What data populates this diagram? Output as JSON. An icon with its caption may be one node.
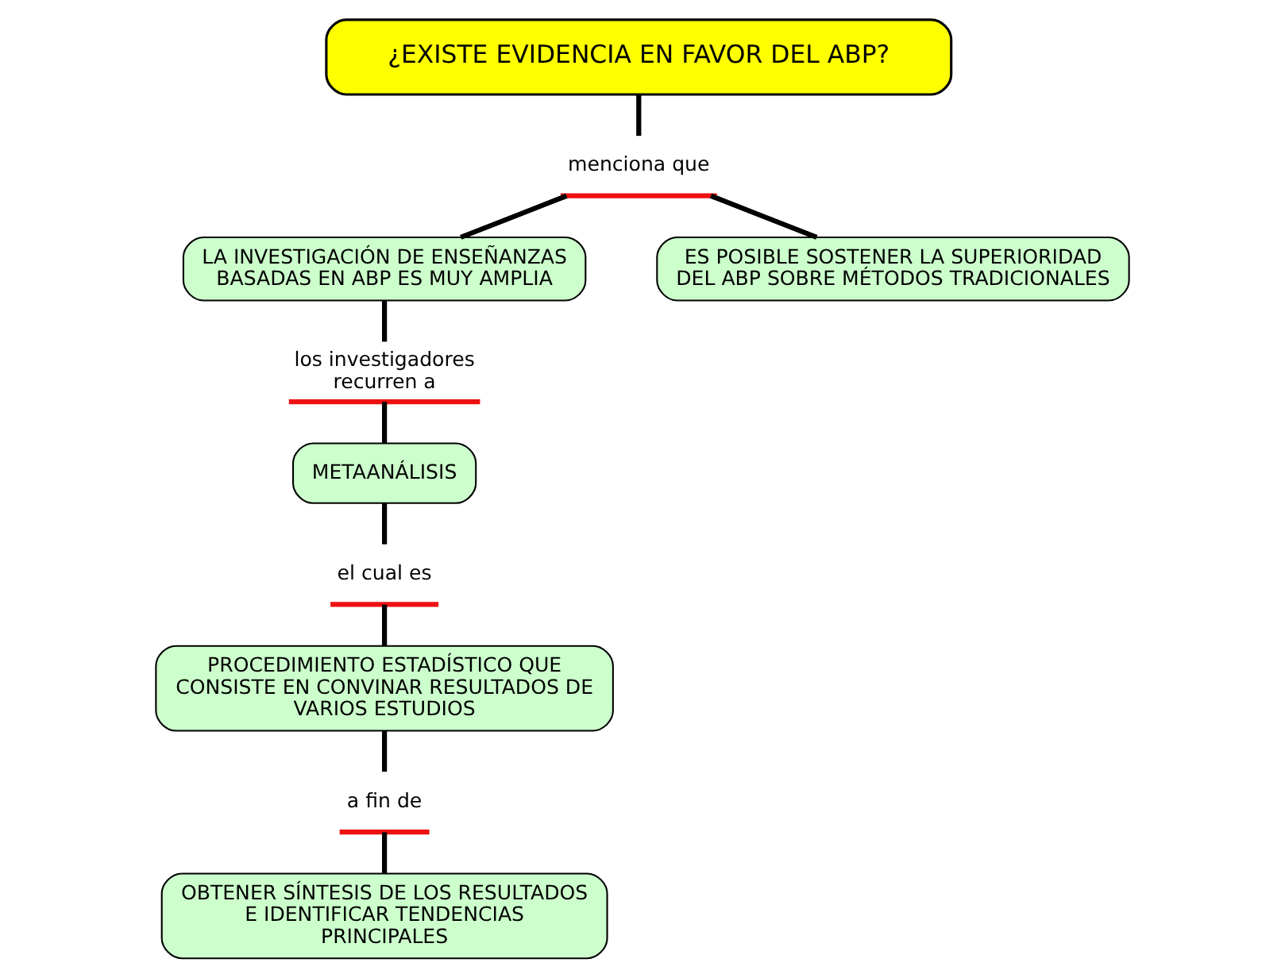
{
  "diagram": {
    "nodes": [
      {
        "text": [
          "¿EXISTE EVIDENCIA EN FAVOR DEL ABP?"
        ]
      },
      {
        "text": [
          "menciona que"
        ]
      },
      {
        "text": [
          "LA INVESTIGACIÓN DE ENSEÑANZAS BASADAS EN ABP ES MUY AMPLIA"
        ]
      },
      {
        "text": [
          "ES POSIBLE SOSTENER LA SUPERIORIDAD DEL ABP SOBRE MÉTODOS TRADICIONALES"
        ]
      },
      {
        "text": [
          "los investigadores recurren a"
        ]
      },
      {
        "text": [
          "METAANÁLISIS"
        ]
      },
      {
        "text": [
          "el cual es"
        ]
      },
      {
        "text": [
          "PROCEDIMIENTO ESTADÍSTICO QUE CONSISTE EN CONVINAR RESULTADOS DE VARIOS ESTUDIOS"
        ]
      },
      {
        "text": [
          "a fin de"
        ]
      },
      {
        "text": [
          "OBTENER SÍNTESIS DE LOS RESULTADOS E IDENTIFICAR TENDENCIAS PRINCIPALES"
        ]
      }
    ],
    "edges": [
      {
        "from": 0,
        "to": 1,
        "arrow": "none"
      },
      {
        "from": 1,
        "to": 2,
        "arrow": "none"
      },
      {
        "from": 1,
        "to": 3,
        "arrow": "none"
      },
      {
        "from": 2,
        "to": 4,
        "arrow": "none"
      },
      {
        "from": 4,
        "to": 5,
        "arrow": "none"
      },
      {
        "from": 5,
        "to": 6,
        "arrow": "none"
      },
      {
        "from": 6,
        "to": 7,
        "arrow": "none"
      },
      {
        "from": 7,
        "to": 8,
        "arrow": "none"
      },
      {
        "from": 8,
        "to": 9,
        "arrow": "none"
      }
    ]
  }
}
